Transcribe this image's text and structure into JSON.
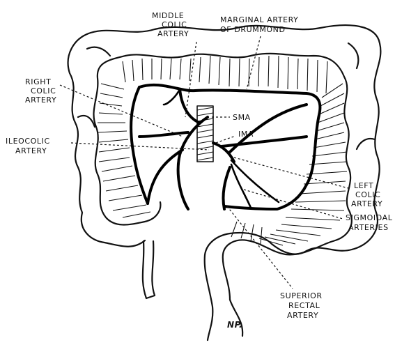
{
  "labels": {
    "middle_colic": [
      "MIDDLE",
      "COLIC",
      "ARTERY"
    ],
    "marginal": [
      "MARGINAL ARTERY",
      "OF DRUMMOND"
    ],
    "right_colic": [
      "RIGHT",
      "COLIC",
      "ARTERY"
    ],
    "sma": "SMA",
    "ima": "IMA",
    "ileocolic": [
      "ILEOCOLIC",
      "ARTERY"
    ],
    "left_colic": [
      "LEFT",
      "COLIC",
      "ARTERY"
    ],
    "sigmoidal": [
      "SIGMOIDAL",
      "ARTERIES"
    ],
    "superior_rectal": [
      "SUPERIOR",
      "RECTAL",
      "ARTERY"
    ]
  },
  "signature": "NP."
}
